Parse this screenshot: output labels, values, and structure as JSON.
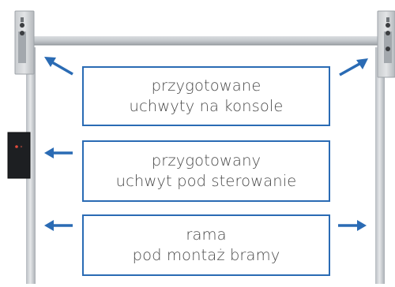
{
  "labels": {
    "consoles": {
      "line1": "przygotowane",
      "line2": "uchwyty na konsole"
    },
    "controller": {
      "line1": "przygotowany",
      "line2": "uchwyt pod sterowanie"
    },
    "frame": {
      "line1": "rama",
      "line2": "pod montaż bramy"
    }
  },
  "colors": {
    "accent": "#2a6bb4",
    "frame": "#c9cccf",
    "frame_shadow": "#9ea3a8",
    "text": "#4a4a4a",
    "controller_box": "#1d1f22",
    "led": "#e24a3c"
  }
}
